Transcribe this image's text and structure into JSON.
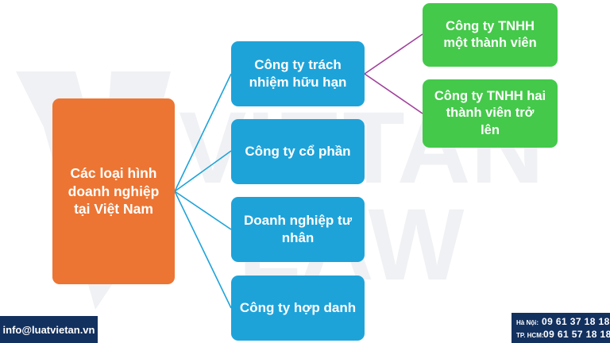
{
  "watermark": {
    "text_top": "VIETAN",
    "text_bottom": "LAW"
  },
  "root": {
    "lines": [
      "Các loại hình",
      "doanh nghiệp",
      "tại Việt Nam"
    ]
  },
  "types": [
    {
      "lines": [
        "Công ty trách",
        "nhiệm hữu hạn"
      ]
    },
    {
      "lines": [
        "Công ty cổ phần"
      ]
    },
    {
      "lines": [
        "Doanh nghiệp tư",
        "nhân"
      ]
    },
    {
      "lines": [
        "Công ty hợp danh"
      ]
    }
  ],
  "subtypes": [
    {
      "lines": [
        "Công ty TNHH",
        "một thành viên"
      ]
    },
    {
      "lines": [
        "Công ty TNHH hai",
        "thành viên trở",
        "lên"
      ]
    }
  ],
  "footer": {
    "email": "info@luatvietan.vn",
    "hotlines": [
      {
        "label": "Hà Nội:",
        "number": "09 61 37 18 18"
      },
      {
        "label": "TP. HCM:",
        "number": "09 61 57 18 18"
      }
    ]
  },
  "colors": {
    "root": "#ec7533",
    "type_box": "#1ea3d9",
    "subtype_box": "#44c94a",
    "connector_root": "#1ea3d9",
    "connector_sub": "#a0419b",
    "footer_bg": "#13315f",
    "watermark": "#f0f1f4"
  }
}
